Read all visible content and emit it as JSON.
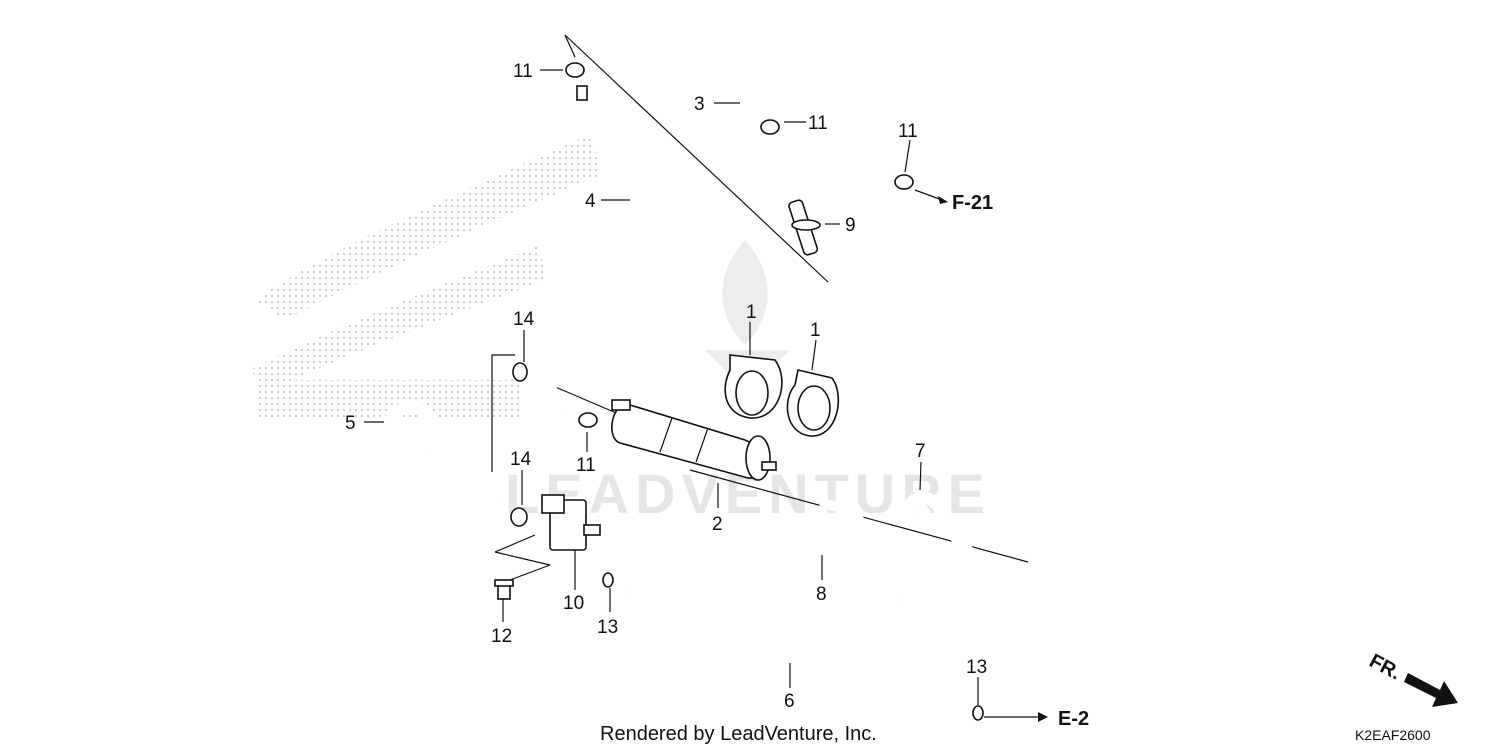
{
  "diagram": {
    "callouts": [
      {
        "id": "c1a",
        "text": "1"
      },
      {
        "id": "c1b",
        "text": "1"
      },
      {
        "id": "c2",
        "text": "2"
      },
      {
        "id": "c3",
        "text": "3"
      },
      {
        "id": "c4",
        "text": "4"
      },
      {
        "id": "c5",
        "text": "5"
      },
      {
        "id": "c6",
        "text": "6"
      },
      {
        "id": "c7",
        "text": "7"
      },
      {
        "id": "c8",
        "text": "8"
      },
      {
        "id": "c9",
        "text": "9"
      },
      {
        "id": "c10",
        "text": "10"
      },
      {
        "id": "c11a",
        "text": "11"
      },
      {
        "id": "c11b",
        "text": "11"
      },
      {
        "id": "c11c",
        "text": "11"
      },
      {
        "id": "c11d",
        "text": "11"
      },
      {
        "id": "c12",
        "text": "12"
      },
      {
        "id": "c13a",
        "text": "13"
      },
      {
        "id": "c13b",
        "text": "13"
      },
      {
        "id": "c14a",
        "text": "14"
      },
      {
        "id": "c14b",
        "text": "14"
      }
    ],
    "refs": {
      "f21": "F-21",
      "e2": "E-2"
    },
    "direction_label": "FR.",
    "diagram_code": "K2EAF2600",
    "footer": "Rendered by LeadVenture, Inc.",
    "watermark": "LEADVENTURE"
  }
}
